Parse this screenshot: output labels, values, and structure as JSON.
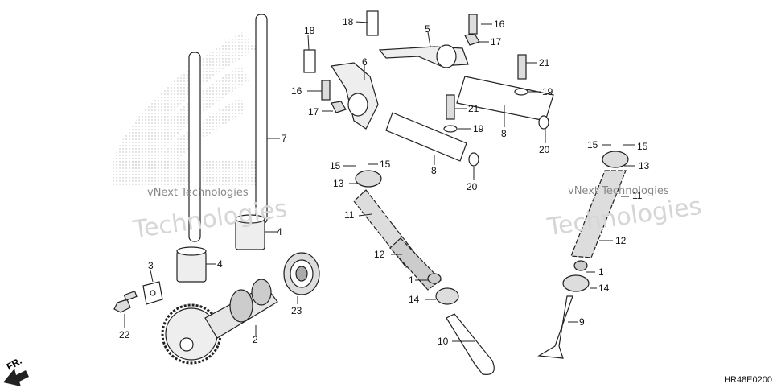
{
  "diagram": {
    "code": "HR48E0200",
    "direction_label": "FR.",
    "watermark_small": "vNext Technologies",
    "watermark_large": "Technologies",
    "callouts": [
      {
        "id": "c1",
        "text": "18"
      },
      {
        "id": "c2",
        "text": "18"
      },
      {
        "id": "c3",
        "text": "5"
      },
      {
        "id": "c4",
        "text": "16"
      },
      {
        "id": "c5",
        "text": "17"
      },
      {
        "id": "c6",
        "text": "6"
      },
      {
        "id": "c7",
        "text": "21"
      },
      {
        "id": "c8",
        "text": "16"
      },
      {
        "id": "c9",
        "text": "19"
      },
      {
        "id": "c10",
        "text": "17"
      },
      {
        "id": "c11",
        "text": "21"
      },
      {
        "id": "c12",
        "text": "19"
      },
      {
        "id": "c13",
        "text": "8"
      },
      {
        "id": "c14",
        "text": "7"
      },
      {
        "id": "c15",
        "text": "20"
      },
      {
        "id": "c16",
        "text": "15"
      },
      {
        "id": "c17",
        "text": "15"
      },
      {
        "id": "c18",
        "text": "8"
      },
      {
        "id": "c19",
        "text": "15"
      },
      {
        "id": "c20",
        "text": "15"
      },
      {
        "id": "c21",
        "text": "13"
      },
      {
        "id": "c22",
        "text": "20"
      },
      {
        "id": "c23",
        "text": "13"
      },
      {
        "id": "c24",
        "text": "11"
      },
      {
        "id": "c25",
        "text": "11"
      },
      {
        "id": "c26",
        "text": "4"
      },
      {
        "id": "c27",
        "text": "12"
      },
      {
        "id": "c28",
        "text": "12"
      },
      {
        "id": "c29",
        "text": "3"
      },
      {
        "id": "c30",
        "text": "4"
      },
      {
        "id": "c31",
        "text": "1"
      },
      {
        "id": "c32",
        "text": "1"
      },
      {
        "id": "c33",
        "text": "14"
      },
      {
        "id": "c34",
        "text": "23"
      },
      {
        "id": "c35",
        "text": "14"
      },
      {
        "id": "c36",
        "text": "22"
      },
      {
        "id": "c37",
        "text": "2"
      },
      {
        "id": "c38",
        "text": "9"
      },
      {
        "id": "c39",
        "text": "10"
      }
    ]
  }
}
